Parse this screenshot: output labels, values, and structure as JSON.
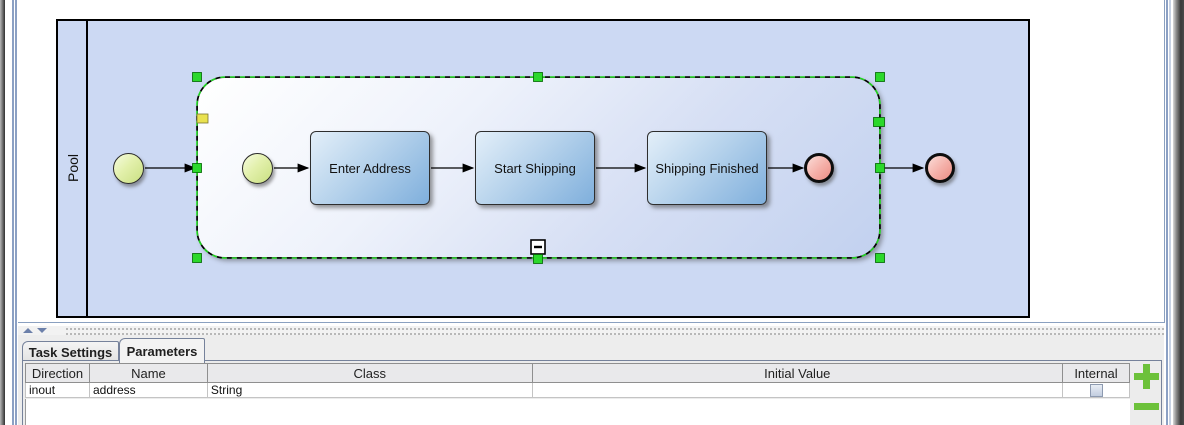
{
  "diagram": {
    "pool_label": "Pool",
    "tasks": [
      {
        "label": "Enter Address"
      },
      {
        "label": "Start Shipping"
      },
      {
        "label": "Shipping Finished"
      }
    ]
  },
  "panel": {
    "tabs": [
      {
        "label": "Task Settings",
        "selected": false
      },
      {
        "label": "Parameters",
        "selected": true
      }
    ],
    "table": {
      "columns": [
        "Direction",
        "Name",
        "Class",
        "Initial Value",
        "Internal"
      ],
      "rows": [
        {
          "direction": "inout",
          "name": "address",
          "class": "String",
          "initial_value": "",
          "internal_checked": false
        }
      ]
    },
    "buttons": [
      {
        "icon": "plus-icon",
        "action": "add-parameter"
      },
      {
        "icon": "minus-icon",
        "action": "remove-parameter"
      }
    ]
  },
  "colors": {
    "selection_green": "#2bd82b",
    "handle_yellow": "#e9e14f",
    "add_button_green": "#6cc13a",
    "pool_fill": "#ccd9f3",
    "task_blue": "#7fafdc",
    "start_event_green": "#c9df81",
    "end_event_red": "#ec8c83"
  }
}
